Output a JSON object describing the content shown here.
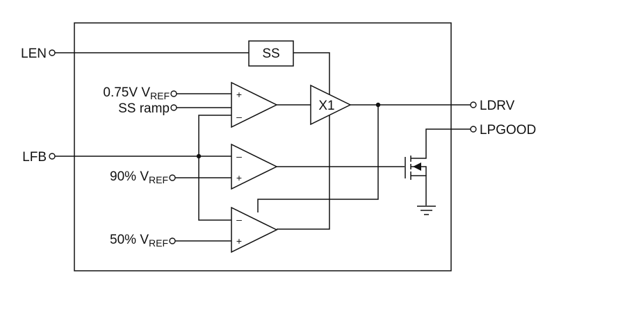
{
  "pins": {
    "len": "LEN",
    "lfb": "LFB",
    "ldrv": "LDRV",
    "lpgood": "LPGOOD"
  },
  "refs": {
    "ref075_prefix": "0.75V V",
    "ref90_prefix": "90% V",
    "ref50_prefix": "50% V",
    "ref_subscript": "REF",
    "ss_ramp": "SS ramp"
  },
  "blocks": {
    "ss": "SS",
    "buffer": "X1"
  },
  "signs": {
    "plus": "+",
    "minus": "–"
  }
}
